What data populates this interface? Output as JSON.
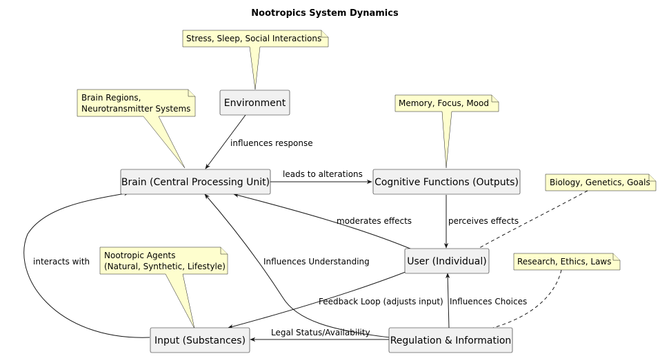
{
  "title": "Nootropics System Dynamics",
  "nodes": {
    "environment": "Environment",
    "brain": "Brain (Central Processing Unit)",
    "cognitive": "Cognitive Functions (Outputs)",
    "user": "User (Individual)",
    "input": "Input (Substances)",
    "regulation": "Regulation & Information"
  },
  "notes": {
    "environment": [
      "Stress, Sleep, Social Interactions"
    ],
    "brain": [
      "Brain Regions,",
      "Neurotransmitter Systems"
    ],
    "cognitive": [
      "Memory, Focus, Mood"
    ],
    "user": [
      "Biology, Genetics, Goals"
    ],
    "input": [
      "Nootropic Agents",
      "(Natural, Synthetic, Lifestyle)"
    ],
    "regulation": [
      "Research, Ethics, Laws"
    ]
  },
  "edges": {
    "env_brain": "influences response",
    "brain_cog": "leads to alterations",
    "user_brain": "moderates effects",
    "cog_user": "perceives effects",
    "input_brain": "interacts with",
    "reg_brain": "Influences Understanding",
    "user_input": "Feedback Loop (adjusts input)",
    "reg_user": "Influences Choices",
    "reg_input": "Legal Status/Availability"
  }
}
